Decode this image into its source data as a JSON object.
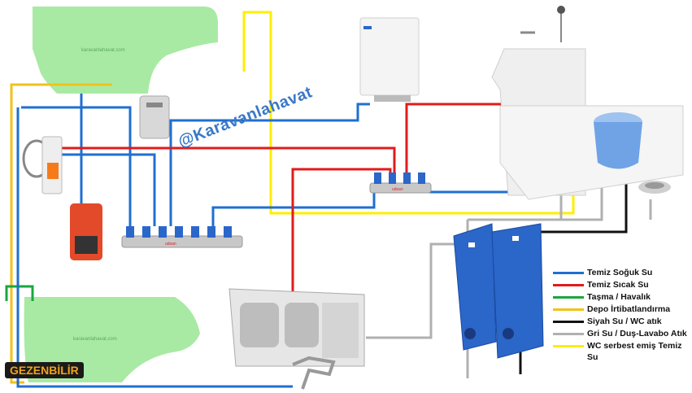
{
  "legend": {
    "items": [
      {
        "label": "Temiz Soğuk Su",
        "color": "#1f6fd0"
      },
      {
        "label": "Temiz Sıcak Su",
        "color": "#e01b1b"
      },
      {
        "label": "Taşma / Havalık",
        "color": "#18a83a"
      },
      {
        "label": "Depo İrtibatlandırma",
        "color": "#f2c21a"
      },
      {
        "label": "Siyah Su / WC atık",
        "color": "#111111"
      },
      {
        "label": "Gri Su / Duş-Lavabo Atık",
        "color": "#b0b0b0"
      },
      {
        "label": "WC serbest emiş Temiz Su",
        "color": "#ffee00"
      }
    ]
  },
  "watermark": {
    "text": "@Karavanlahavat"
  },
  "logo": {
    "text": "GEZENBİLİR"
  },
  "tank_text": {
    "top": "karavanlahavat.com",
    "bottom": "karavanlahavat.com"
  },
  "manifold_brand": {
    "left": "udsan",
    "right": "udsan"
  },
  "colors": {
    "cold": "#1f6fd0",
    "hot": "#e01b1b",
    "overflow": "#18a83a",
    "tank_link": "#f2c21a",
    "black": "#111111",
    "grey": "#b0b0b0",
    "wc_feed": "#ffee00",
    "tank_fill": "#9ee89a",
    "waste_tank": "#2b66c9"
  }
}
